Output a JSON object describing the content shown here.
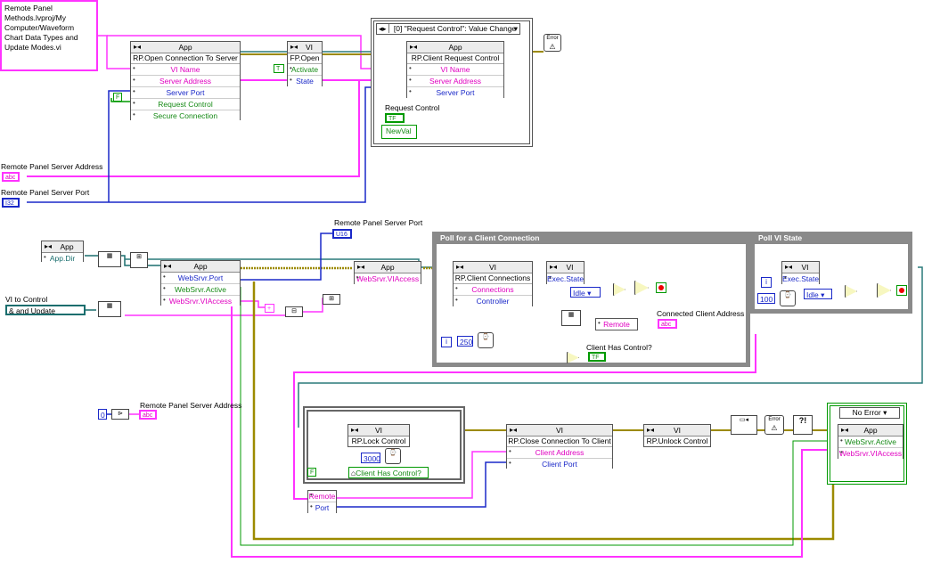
{
  "comment_text": "Remote Panel Methods.lvproj/My Computer/Waveform Chart Data Types and Update Modes.vi",
  "colors": {
    "string": "#ff00ff",
    "int": "#1a28c8",
    "bool": "#009900",
    "path": "#1a6e6e",
    "refnum": "#2a7a7a",
    "error": "#9c8a00"
  },
  "top": {
    "app_node": {
      "class": "App",
      "method": "RP.Open Connection To Server",
      "inputs": [
        "VI Name",
        "Server Address",
        "Server Port",
        "Request Control",
        "Secure Connection"
      ]
    },
    "fp_node": {
      "class": "VI",
      "property": "FP.Open",
      "inputs": [
        "Activate",
        "State"
      ]
    },
    "event_case": {
      "label": "[0] \"Request Control\": Value Change",
      "sel": "◂▸"
    },
    "client_request_node": {
      "class": "App",
      "method": "RP.Client Request Control",
      "inputs": [
        "VI Name",
        "Server Address",
        "Server Port"
      ]
    },
    "request_control_label": "Request Control",
    "tf_const": "TF",
    "newval": "NewVal",
    "server_address_label": "Remote Panel Server Address",
    "server_port_label": "Remote Panel Server Port",
    "abc": "abc",
    "i32": "I32",
    "error_icon": "Error"
  },
  "mid": {
    "app_ref": "App",
    "app_dir": "App.Dir",
    "vi_to_control_label": "VI to Control",
    "vi_to_control_value": "& and Update Modes.vi",
    "app_prop": {
      "class": "App",
      "props": [
        "WebSrvr.Port",
        "WebSrvr.Active",
        "WebSrvr.VIAccess"
      ]
    },
    "port_indicator_label": "Remote Panel Server Port",
    "u16": "U16",
    "app_prop2": {
      "class": "App",
      "props": [
        "WebSrvr.VIAccess"
      ]
    },
    "plus": "+",
    "poll_client_title": "Poll for a Client Connection",
    "client_conn_node": {
      "class": "VI",
      "method": "RP.Client Connections",
      "outputs": [
        "Connections",
        "Controller"
      ]
    },
    "exec_state_node": {
      "class": "VI",
      "props": [
        "Exec.State"
      ]
    },
    "idle": "Idle",
    "remote": "Remote",
    "connected_addr_label": "Connected Client Address",
    "client_has_control_label": "Client Has Control?",
    "wait_ms": "250",
    "poll_vi_title": "Poll VI State",
    "exec_state_node2": {
      "class": "VI",
      "props": [
        "Exec.State"
      ]
    },
    "idle2": "Idle",
    "wait_ms2": "100",
    "i_label": "i"
  },
  "bottom": {
    "addr_label": "Remote Panel Server Address",
    "zero": "0",
    "lock_node": {
      "class": "VI",
      "method": "RP.Lock Control"
    },
    "wait_ms": "3000",
    "f_const": "F",
    "client_has_control": "Client Has Control?",
    "remote": "Remote",
    "port": "Port",
    "close_node": {
      "class": "VI",
      "method": "RP.Close Connection To Client",
      "inputs": [
        "Client Address",
        "Client Port"
      ]
    },
    "unlock_node": {
      "class": "VI",
      "method": "RP.Unlock Control"
    },
    "case_label": "No Error",
    "final_app": {
      "class": "App",
      "props": [
        "WebSrvr.Active",
        "WebSrvr.VIAccess"
      ]
    },
    "error_icon": "Error",
    "help_icon": "?!"
  }
}
